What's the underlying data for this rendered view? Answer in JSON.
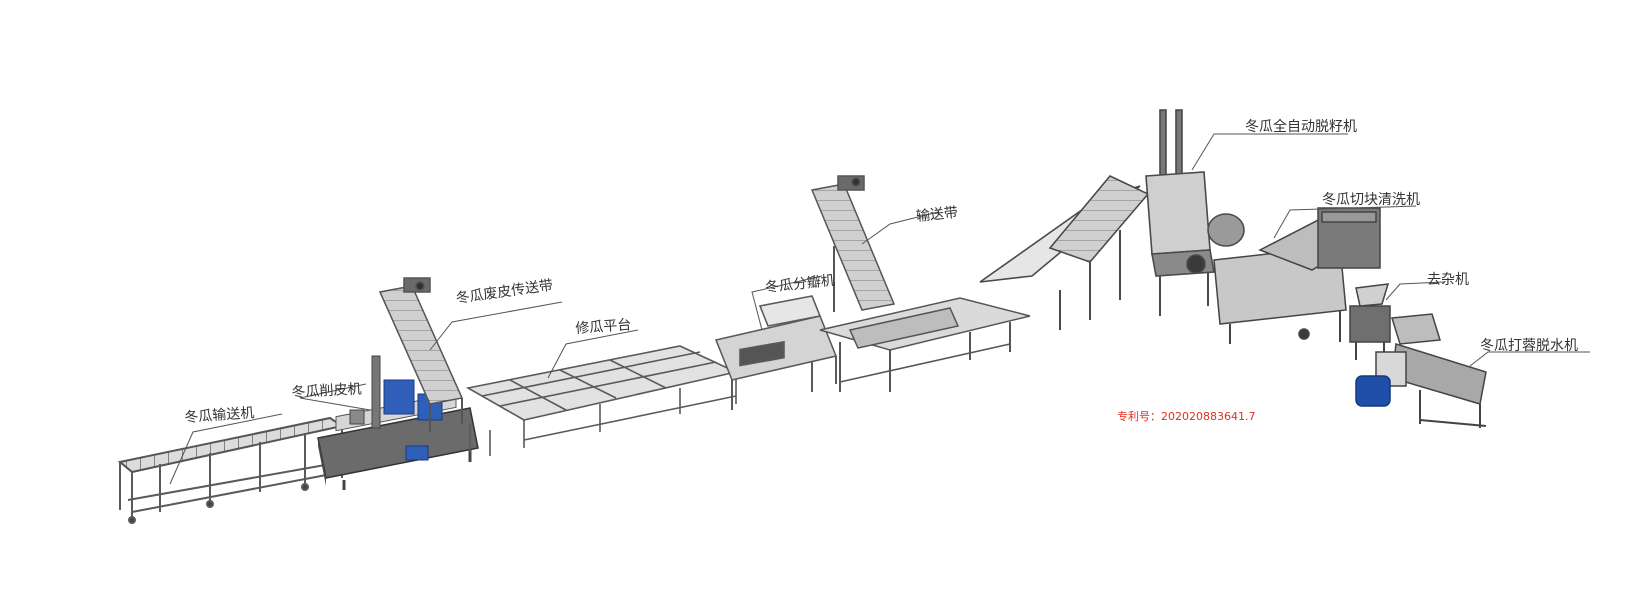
{
  "labels": {
    "conveyor": "冬瓜输送机",
    "peeler": "冬瓜削皮机",
    "peel_conveyor": "冬瓜废皮传送带",
    "trim_platform": "修瓜平台",
    "segmenter": "冬瓜分瓣机",
    "belt": "输送带",
    "seed_remover": "冬瓜全自动脱籽机",
    "cut_washer": "冬瓜切块清洗机",
    "impurity_remover": "去杂机",
    "pulp_dewatering": "冬瓜打蓉脱水机"
  },
  "patent": "专利号：202020883641.7",
  "colors": {
    "metal": "#5a5a5a",
    "metal_light": "#a8a8a8",
    "motor_blue": "#1f4fa8",
    "patent_red": "#e0301e",
    "leader": "#555555"
  }
}
